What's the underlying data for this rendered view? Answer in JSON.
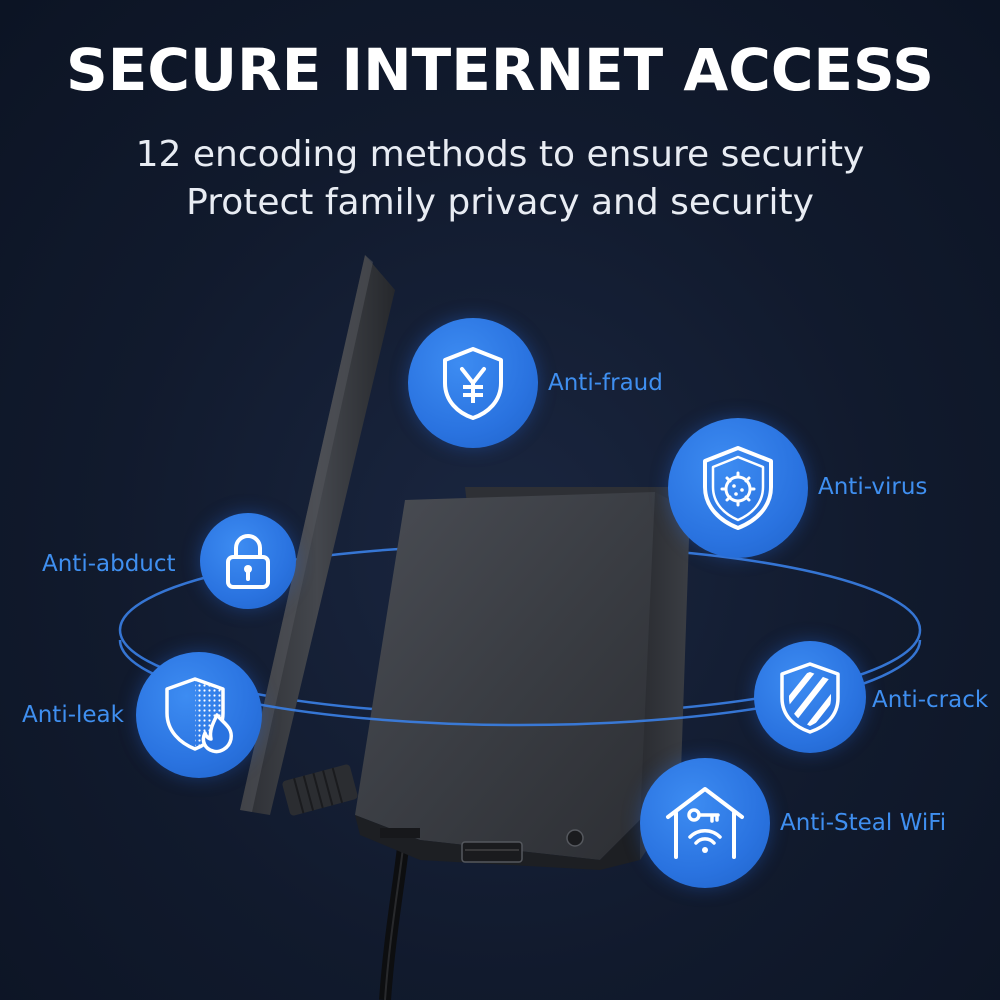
{
  "header": {
    "title": "SECURE INTERNET ACCESS",
    "subtitle_line1": "12 encoding methods to ensure security",
    "subtitle_line2": "Protect family privacy and security"
  },
  "features": [
    {
      "label": "Anti-fraud",
      "icon": "shield-yen-icon"
    },
    {
      "label": "Anti-virus",
      "icon": "shield-virus-icon"
    },
    {
      "label": "Anti-abduct",
      "icon": "padlock-icon"
    },
    {
      "label": "Anti-leak",
      "icon": "shield-fire-icon"
    },
    {
      "label": "Anti-crack",
      "icon": "shield-stripes-icon"
    },
    {
      "label": "Anti-Steal WiFi",
      "icon": "house-wifi-key-icon"
    }
  ],
  "colors": {
    "background": "#111a2d",
    "badge_blue": "#2a73e0",
    "label_blue": "#3f8ff0",
    "orbit_blue": "#3a7fe6"
  }
}
